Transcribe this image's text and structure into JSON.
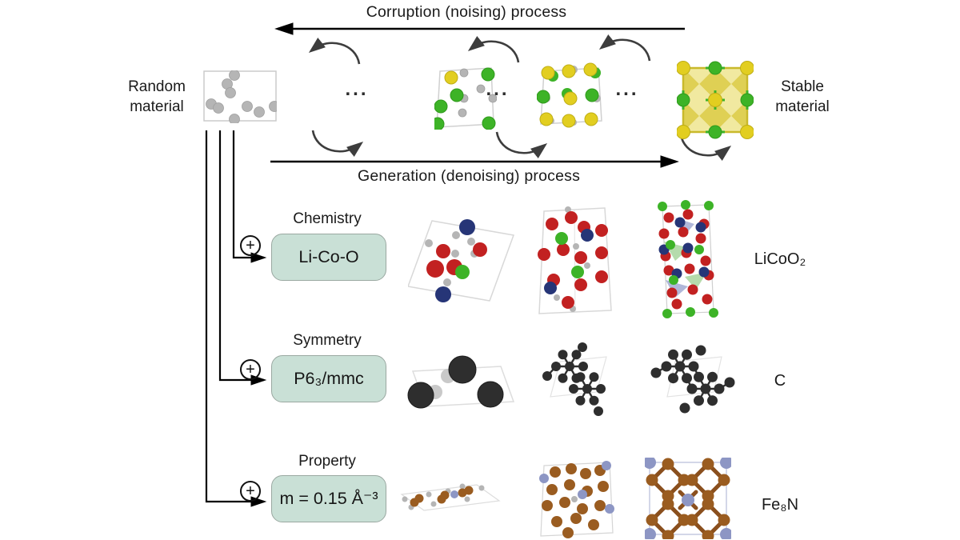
{
  "figure": {
    "corruption_label": "Corruption (noising) process",
    "generation_label": "Generation (denoising) process",
    "random_material_line1": "Random",
    "random_material_line2": "material",
    "stable_material_line1": "Stable",
    "stable_material_line2": "material",
    "ellipsis": "...",
    "plus": "+"
  },
  "condition_rows": [
    {
      "title": "Chemistry",
      "value": "Li-Co-O",
      "result": "LiCoO₂"
    },
    {
      "title": "Symmetry",
      "value": "P6₃/mmc",
      "result": "C"
    },
    {
      "title": "Property",
      "value": "m = 0.15 Å⁻³",
      "result": "Fe₈N"
    }
  ],
  "colors": {
    "background": "#ffffff",
    "text": "#1a1a1a",
    "arrow": "#000000",
    "rotation_arrow": "#3d3d3d",
    "condition_box_fill": "#c9e0d6",
    "condition_box_border": "#9aa8a1",
    "atom_gray": "#b5b5b5",
    "atom_green": "#3db327",
    "atom_yellow": "#e2ce20",
    "atom_red": "#c22121",
    "atom_blue": "#263577",
    "atom_dark": "#2e2e2e",
    "atom_brown": "#9a5c20",
    "atom_steel": "#8d96c4"
  }
}
